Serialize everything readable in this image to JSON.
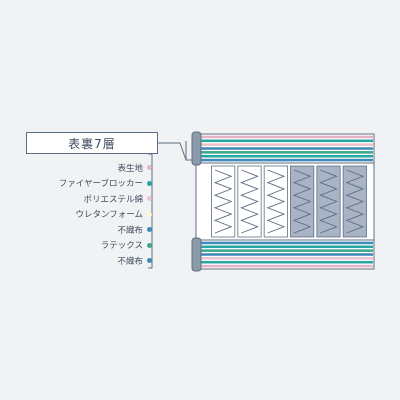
{
  "title": "表裏7層",
  "layers": [
    {
      "label": "表生地",
      "color": "#e6b3c6"
    },
    {
      "label": "ファイヤーブロッカー",
      "color": "#2aa6a0"
    },
    {
      "label": "ポリエステル綿",
      "color": "#e9c2d2"
    },
    {
      "label": "ウレタンフォーム",
      "color": "#fff6cf"
    },
    {
      "label": "不織布",
      "color": "#3f8ab8"
    },
    {
      "label": "ラテックス",
      "color": "#3aa88c"
    },
    {
      "label": "不織布",
      "color": "#3f8ab8"
    }
  ],
  "colors": {
    "line": "#5f6e82",
    "edge_cap": "#8a9aa8",
    "spring_light": "#ffffff",
    "spring_dark": "#a8b4c6",
    "spring_line": "#5f6e82",
    "pad_base": "#ffffff"
  },
  "spring_columns": {
    "light": 3,
    "dark": 3
  }
}
